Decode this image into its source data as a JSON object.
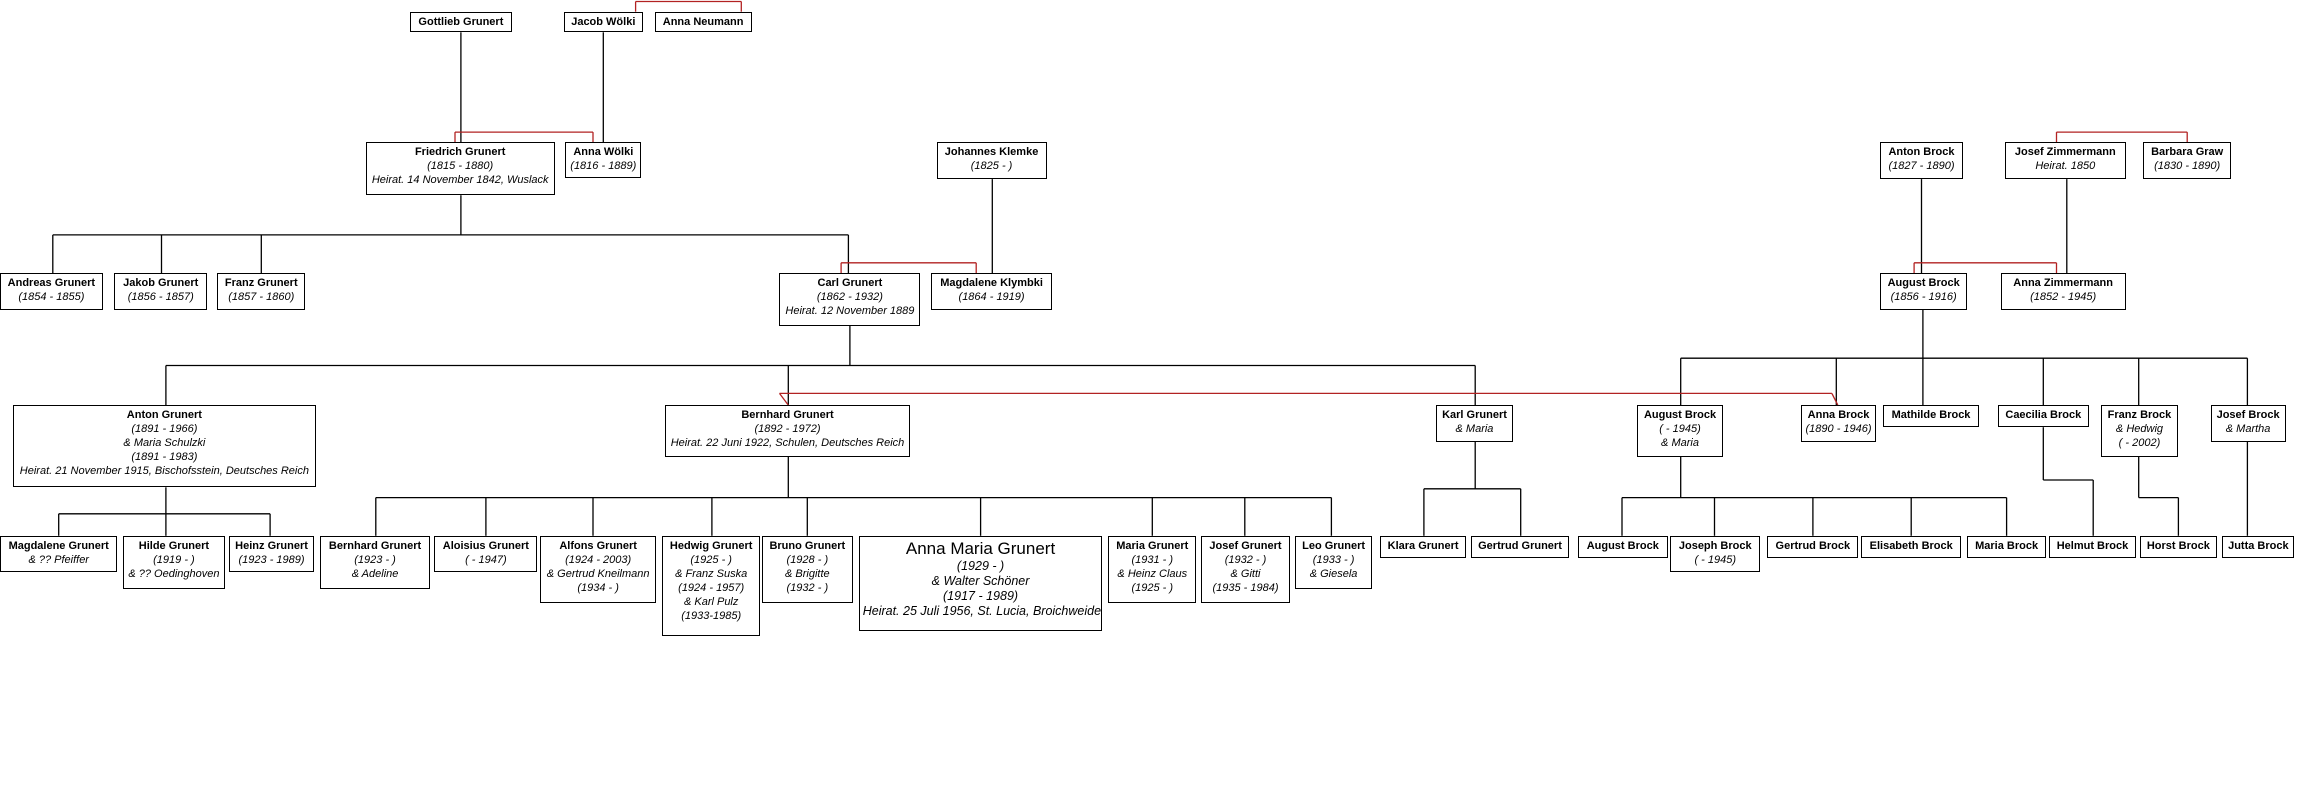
{
  "persons": [
    {
      "id": "gottlieb",
      "name": "Gottlieb Grunert",
      "lines": []
    },
    {
      "id": "jacobw",
      "name": "Jacob Wölki",
      "lines": []
    },
    {
      "id": "annaneu",
      "name": "Anna Neumann",
      "lines": []
    },
    {
      "id": "friedrich",
      "name": "Friedrich Grunert",
      "lines": [
        "(1815 - 1880)",
        "Heirat. 14 November 1842, Wuslack"
      ]
    },
    {
      "id": "annaw",
      "name": "Anna Wölki",
      "lines": [
        "(1816 - 1889)"
      ]
    },
    {
      "id": "johannes",
      "name": "Johannes Klemke",
      "lines": [
        "(1825 - )"
      ]
    },
    {
      "id": "antonb",
      "name": "Anton Brock",
      "lines": [
        "(1827 - 1890)"
      ]
    },
    {
      "id": "josefz",
      "name": "Josef Zimmermann",
      "lines": [
        "Heirat. 1850"
      ]
    },
    {
      "id": "barbara",
      "name": "Barbara Graw",
      "lines": [
        "(1830 - 1890)"
      ]
    },
    {
      "id": "andreas",
      "name": "Andreas Grunert",
      "lines": [
        "(1854 - 1855)"
      ]
    },
    {
      "id": "jakob",
      "name": "Jakob Grunert",
      "lines": [
        "(1856 - 1857)"
      ]
    },
    {
      "id": "franz",
      "name": "Franz Grunert",
      "lines": [
        "(1857 - 1860)"
      ]
    },
    {
      "id": "carl",
      "name": "Carl Grunert",
      "lines": [
        "(1862 - 1932)",
        "Heirat. 12 November 1889"
      ]
    },
    {
      "id": "magdalenek",
      "name": "Magdalene Klymbki",
      "lines": [
        "(1864 - 1919)"
      ]
    },
    {
      "id": "augustb",
      "name": "August Brock",
      "lines": [
        "(1856 - 1916)"
      ]
    },
    {
      "id": "annaz",
      "name": "Anna Zimmermann",
      "lines": [
        "(1852 - 1945)"
      ]
    },
    {
      "id": "antong",
      "name": "Anton Grunert",
      "lines": [
        "(1891 - 1966)",
        "& Maria Schulzki",
        "(1891 - 1983)",
        "Heirat. 21 November 1915, Bischofsstein, Deutsches Reich"
      ]
    },
    {
      "id": "bernhard",
      "name": "Bernhard Grunert",
      "lines": [
        "(1892 - 1972)",
        "Heirat. 22 Juni 1922, Schulen, Deutsches Reich"
      ]
    },
    {
      "id": "karl",
      "name": "Karl Grunert",
      "lines": [
        "& Maria"
      ]
    },
    {
      "id": "augustb2",
      "name": "August Brock",
      "lines": [
        "( - 1945)",
        "& Maria"
      ]
    },
    {
      "id": "annab",
      "name": "Anna Brock",
      "lines": [
        "(1890 - 1946)"
      ]
    },
    {
      "id": "mathilde",
      "name": "Mathilde Brock",
      "lines": []
    },
    {
      "id": "caecilia",
      "name": "Caecilia Brock",
      "lines": []
    },
    {
      "id": "franzb",
      "name": "Franz Brock",
      "lines": [
        "& Hedwig",
        "( - 2002)"
      ]
    },
    {
      "id": "josefb",
      "name": "Josef Brock",
      "lines": [
        "& Martha"
      ]
    },
    {
      "id": "magdaleneg",
      "name": "Magdalene Grunert",
      "lines": [
        "& ?? Pfeiffer"
      ]
    },
    {
      "id": "hilde",
      "name": "Hilde Grunert",
      "lines": [
        "(1919 - )",
        "& ?? Oedinghoven"
      ]
    },
    {
      "id": "heinz",
      "name": "Heinz Grunert",
      "lines": [
        "(1923 - 1989)"
      ]
    },
    {
      "id": "bernhard2",
      "name": "Bernhard Grunert",
      "lines": [
        "(1923 - )",
        "& Adeline"
      ]
    },
    {
      "id": "aloisius",
      "name": "Aloisius Grunert",
      "lines": [
        "( - 1947)"
      ]
    },
    {
      "id": "alfons",
      "name": "Alfons Grunert",
      "lines": [
        "(1924 - 2003)",
        "& Gertrud Kneilmann",
        "(1934 - )"
      ]
    },
    {
      "id": "hedwig",
      "name": "Hedwig Grunert",
      "lines": [
        "(1925 - )",
        "& Franz Suska",
        "(1924 - 1957)",
        "& Karl Pulz",
        "(1933-1985)"
      ]
    },
    {
      "id": "bruno",
      "name": "Bruno Grunert",
      "lines": [
        "(1928 - )",
        "& Brigitte",
        "(1932 - )"
      ]
    },
    {
      "id": "annamaria",
      "name": "Anna Maria Grunert",
      "lines": [
        "(1929 - )",
        "& Walter Schöner",
        "(1917 - 1989)",
        "Heirat. 25 Juli 1956, St. Lucia, Broichweiden"
      ]
    },
    {
      "id": "mariag",
      "name": "Maria Grunert",
      "lines": [
        "(1931 - )",
        "& Heinz Claus",
        "(1925 - )"
      ]
    },
    {
      "id": "josefg",
      "name": "Josef Grunert",
      "lines": [
        "(1932 - )",
        "& Gitti",
        "(1935 - 1984)"
      ]
    },
    {
      "id": "leo",
      "name": "Leo Grunert",
      "lines": [
        "(1933 - )",
        "& Giesela"
      ]
    },
    {
      "id": "klara",
      "name": "Klara Grunert",
      "lines": []
    },
    {
      "id": "gertrudg",
      "name": "Gertrud Grunert",
      "lines": []
    },
    {
      "id": "augustb3",
      "name": "August Brock",
      "lines": []
    },
    {
      "id": "joseph",
      "name": "Joseph Brock",
      "lines": [
        "( - 1945)"
      ]
    },
    {
      "id": "gertrudb",
      "name": "Gertrud Brock",
      "lines": []
    },
    {
      "id": "elisabeth",
      "name": "Elisabeth Brock",
      "lines": []
    },
    {
      "id": "mariab",
      "name": "Maria Brock",
      "lines": []
    },
    {
      "id": "helmut",
      "name": "Helmut Brock",
      "lines": []
    },
    {
      "id": "horst",
      "name": "Horst Brock",
      "lines": []
    },
    {
      "id": "jutta",
      "name": "Jutta Brock",
      "lines": []
    }
  ],
  "colors": {
    "line": "#000000",
    "marriage": "#b22222",
    "box_border": "#000000",
    "background": "#ffffff"
  }
}
